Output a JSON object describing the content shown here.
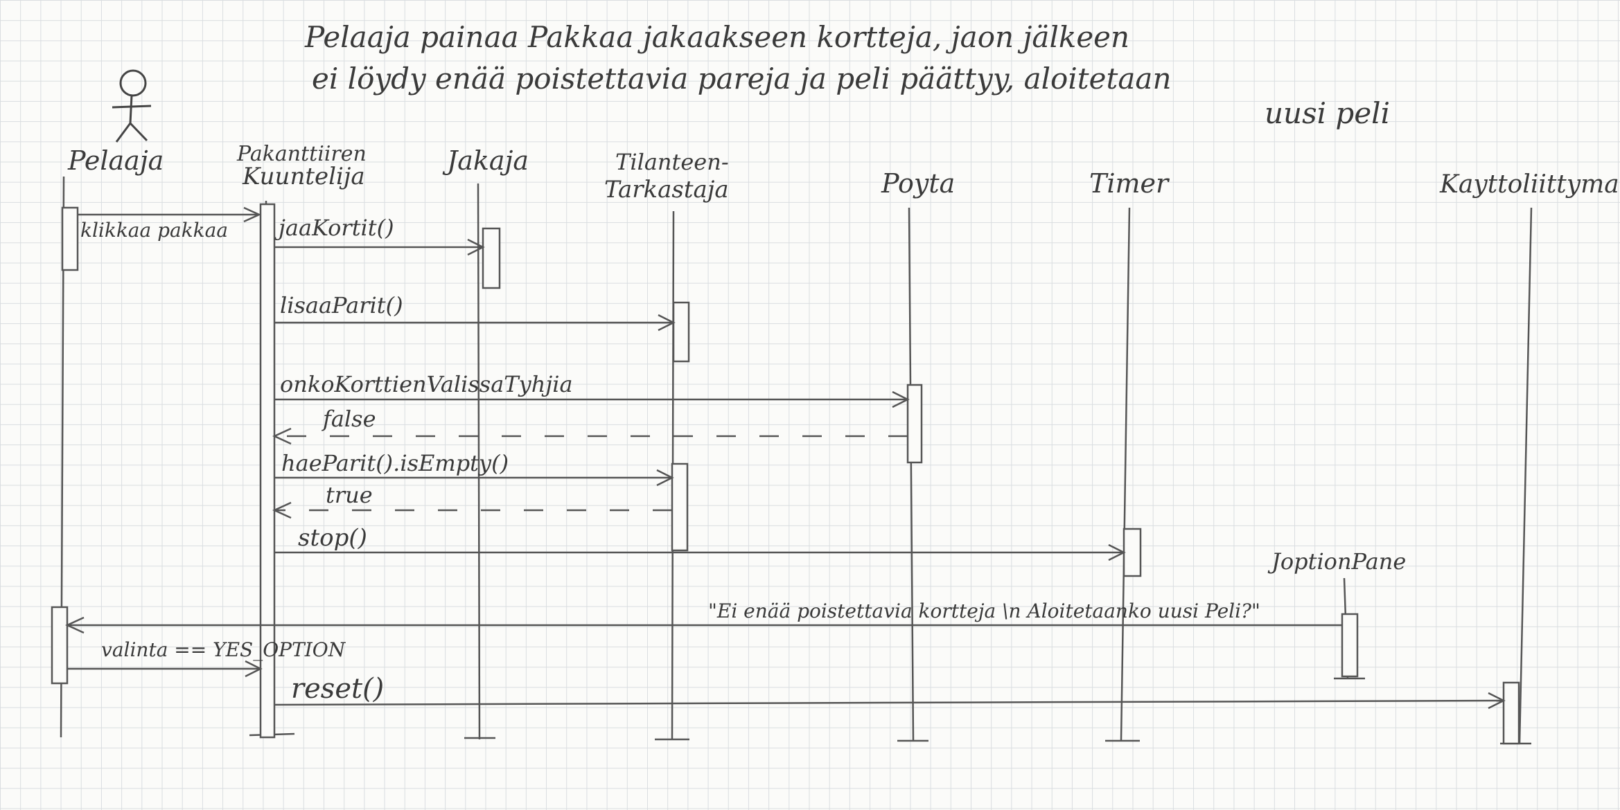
{
  "title": {
    "line1": "Pelaaja painaa Pakkaa jakaakseen kortteja, jaon jälkeen",
    "line2": "ei löydy enää poistettavia pareja ja peli päättyy, aloitetaan",
    "line3": "uusi peli"
  },
  "participants": [
    {
      "id": "pelaaja",
      "label_lines": [
        "Pelaaja"
      ]
    },
    {
      "id": "kuuntelija",
      "label_lines": [
        "Pakanttiiren",
        "Kuuntelija"
      ]
    },
    {
      "id": "jakaja",
      "label_lines": [
        "Jakaja"
      ]
    },
    {
      "id": "tarkastaja",
      "label_lines": [
        "Tilanteen-",
        "Tarkastaja"
      ]
    },
    {
      "id": "poyta",
      "label_lines": [
        "Poyta"
      ]
    },
    {
      "id": "timer",
      "label_lines": [
        "Timer"
      ]
    },
    {
      "id": "joptionpane",
      "label_lines": [
        "JoptionPane"
      ]
    },
    {
      "id": "kayttoliittyma",
      "label_lines": [
        "Kayttoliittyma"
      ]
    }
  ],
  "messages": [
    {
      "from": "pelaaja",
      "to": "kuuntelija",
      "label": "klikkaa pakkaa",
      "kind": "call"
    },
    {
      "from": "kuuntelija",
      "to": "jakaja",
      "label": "jaaKortit()",
      "kind": "call"
    },
    {
      "from": "kuuntelija",
      "to": "tarkastaja",
      "label": "lisaaParit()",
      "kind": "call"
    },
    {
      "from": "kuuntelija",
      "to": "poyta",
      "label": "onkoKorttienValissaTyhjia",
      "kind": "call"
    },
    {
      "from": "poyta",
      "to": "kuuntelija",
      "label": "false",
      "kind": "return"
    },
    {
      "from": "kuuntelija",
      "to": "tarkastaja",
      "label": "haeParit().isEmpty()",
      "kind": "call"
    },
    {
      "from": "tarkastaja",
      "to": "kuuntelija",
      "label": "true",
      "kind": "return"
    },
    {
      "from": "kuuntelija",
      "to": "timer",
      "label": "stop()",
      "kind": "call"
    },
    {
      "from": "joptionpane",
      "to": "pelaaja",
      "label": "\"Ei enää poistettavia kortteja \\n Aloitetaanko uusi Peli?\"",
      "kind": "call"
    },
    {
      "from": "pelaaja",
      "to": "kuuntelija",
      "label": "valinta == YES_OPTION",
      "kind": "call"
    },
    {
      "from": "kuuntelija",
      "to": "kayttoliittyma",
      "label": "reset()",
      "kind": "call"
    }
  ]
}
